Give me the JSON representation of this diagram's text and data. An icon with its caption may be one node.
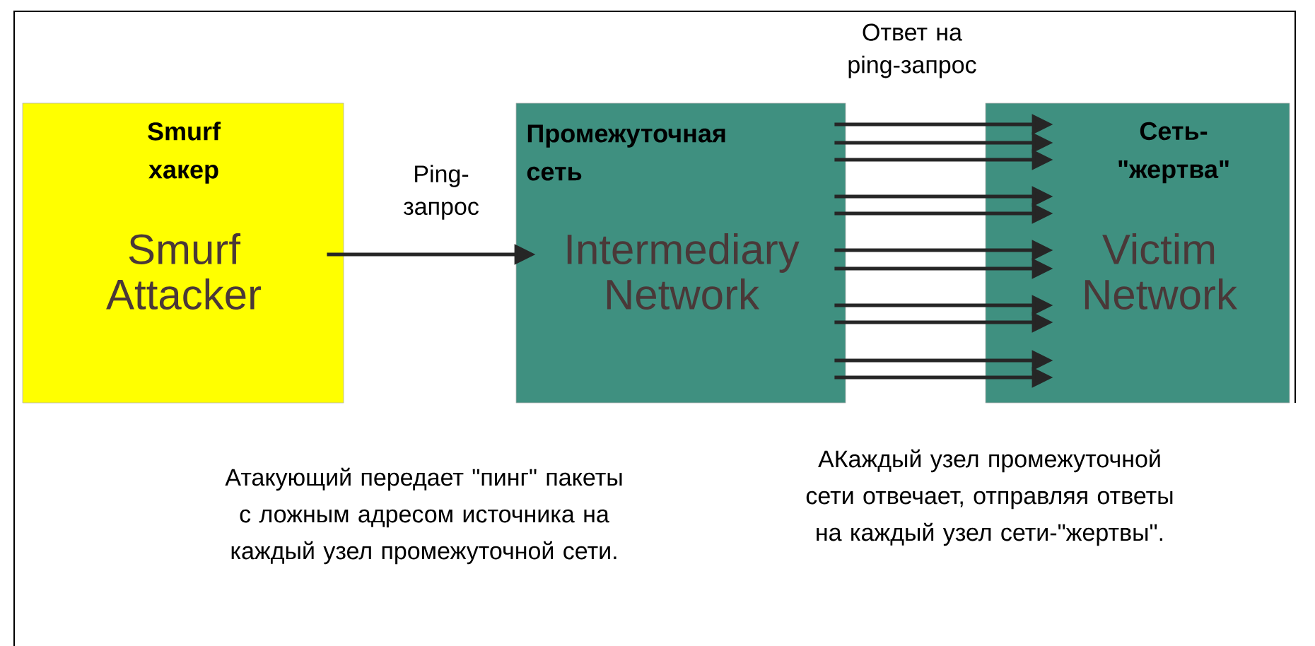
{
  "diagram": {
    "nodes": [
      {
        "text": [
          "Smurf хакер",
          "Smurf Attacker"
        ]
      },
      {
        "text": [
          "Промежуточная сеть",
          "Intermediary Network"
        ]
      },
      {
        "text": [
          "Сеть-\"жертва\"",
          "Victim Network"
        ]
      }
    ],
    "edges": [
      {
        "from": 0,
        "to": 1,
        "arrow": "to",
        "label": "Ping-запрос"
      },
      {
        "from": 1,
        "to": 2,
        "arrow": "to",
        "label": "Ответ на ping-запрос"
      },
      {
        "from": 1,
        "to": 2,
        "arrow": "to"
      },
      {
        "from": 1,
        "to": 2,
        "arrow": "to"
      },
      {
        "from": 1,
        "to": 2,
        "arrow": "to"
      },
      {
        "from": 1,
        "to": 2,
        "arrow": "to"
      },
      {
        "from": 1,
        "to": 2,
        "arrow": "to"
      },
      {
        "from": 1,
        "to": 2,
        "arrow": "to"
      },
      {
        "from": 1,
        "to": 2,
        "arrow": "to"
      },
      {
        "from": 1,
        "to": 2,
        "arrow": "to"
      },
      {
        "from": 1,
        "to": 2,
        "arrow": "to"
      },
      {
        "from": 1,
        "to": 2,
        "arrow": "to"
      }
    ],
    "labels": [
      "Атакующий передает \"пинг\" пакеты с ложным адресом источника на каждый узел промежуточной сети.",
      "АКаждый узел промежуточной сети отвечает, отправляя ответы на каждый узел сети-\"жертвы\"."
    ]
  }
}
